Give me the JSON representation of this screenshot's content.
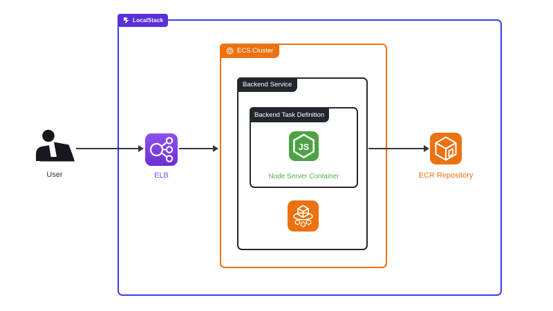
{
  "title_tab": {
    "label": "LocalStack"
  },
  "groups": {
    "ecs_cluster": {
      "label": "ECS Cluster"
    },
    "backend_service": {
      "label": "Backend Service"
    },
    "task_definition": {
      "label": "Backend Task Definition"
    }
  },
  "nodes": {
    "user": {
      "label": "User",
      "icon": "person-at-laptop-icon"
    },
    "elb": {
      "label": "ELB",
      "icon": "load-balancer-icon"
    },
    "node_container": {
      "label": "Node Server Container",
      "icon": "nodejs-hexagon-icon"
    },
    "ecs_service": {
      "icon": "ecs-cube-ring-icon"
    },
    "ecr": {
      "label": "ECR Repository",
      "icon": "container-registry-cube-icon"
    }
  },
  "icons": {
    "localstack_logo": "localstack-logo-icon",
    "ecs_cluster_badge": "ecs-cluster-ring-icon"
  },
  "colors": {
    "outer_border": "#3D3AEE",
    "localstack_tab_bg": "#5A2FD8",
    "aws_orange": "#EC7211",
    "dark": "#22272E",
    "node_green": "#4DA344",
    "node_label_green": "#4CAF50",
    "elb_purple": "#8450F0",
    "elb_grad_start": "#8C52F0",
    "elb_grad_end": "#6E30D4",
    "arrow": "#33373D"
  }
}
